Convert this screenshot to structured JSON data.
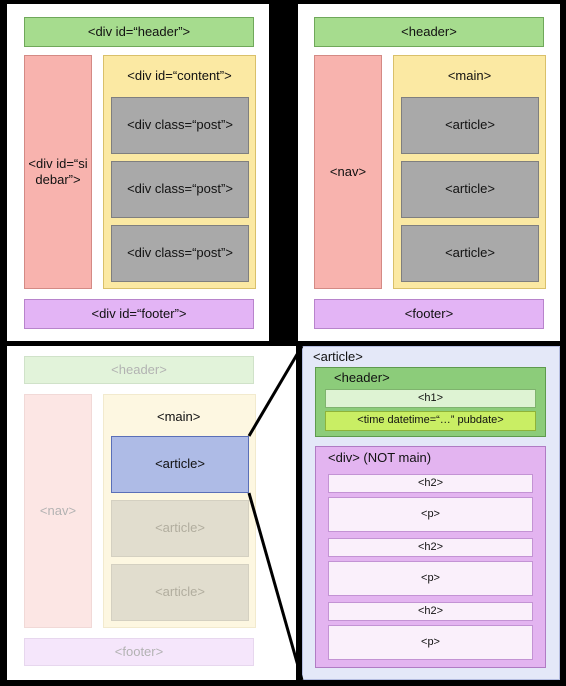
{
  "panel_top_left": {
    "header": "<div id=“header”>",
    "sidebar": "<div id=“sidebar”>",
    "content": "<div id=“content”>",
    "posts": [
      "<div class=“post”>",
      "<div class=“post”>",
      "<div class=“post”>"
    ],
    "footer": "<div id=“footer”>"
  },
  "panel_top_right": {
    "header": "<header>",
    "nav": "<nav>",
    "main": "<main>",
    "articles": [
      "<article>",
      "<article>",
      "<article>"
    ],
    "footer": "<footer>"
  },
  "panel_bottom_left": {
    "header": "<header>",
    "nav": "<nav>",
    "main": "<main>",
    "highlighted_article": "<article>",
    "articles": [
      "<article>",
      "<article>"
    ],
    "footer": "<footer>"
  },
  "panel_zoom": {
    "article": "<article>",
    "header": "<header>",
    "h1": "<h1>",
    "time": "<time datetime=“…” pubdate>",
    "div": "<div> (NOT main)",
    "items": [
      "<h2>",
      "<p>",
      "<h2>",
      "<p>",
      "<h2>",
      "<p>"
    ]
  },
  "colors": {
    "green": "#a6dc8e",
    "pink": "#f8b3ae",
    "yellow": "#fbe9a3",
    "grey": "#a9a9a9",
    "purple": "#e3b4f5",
    "blue": "#aebbe6"
  }
}
